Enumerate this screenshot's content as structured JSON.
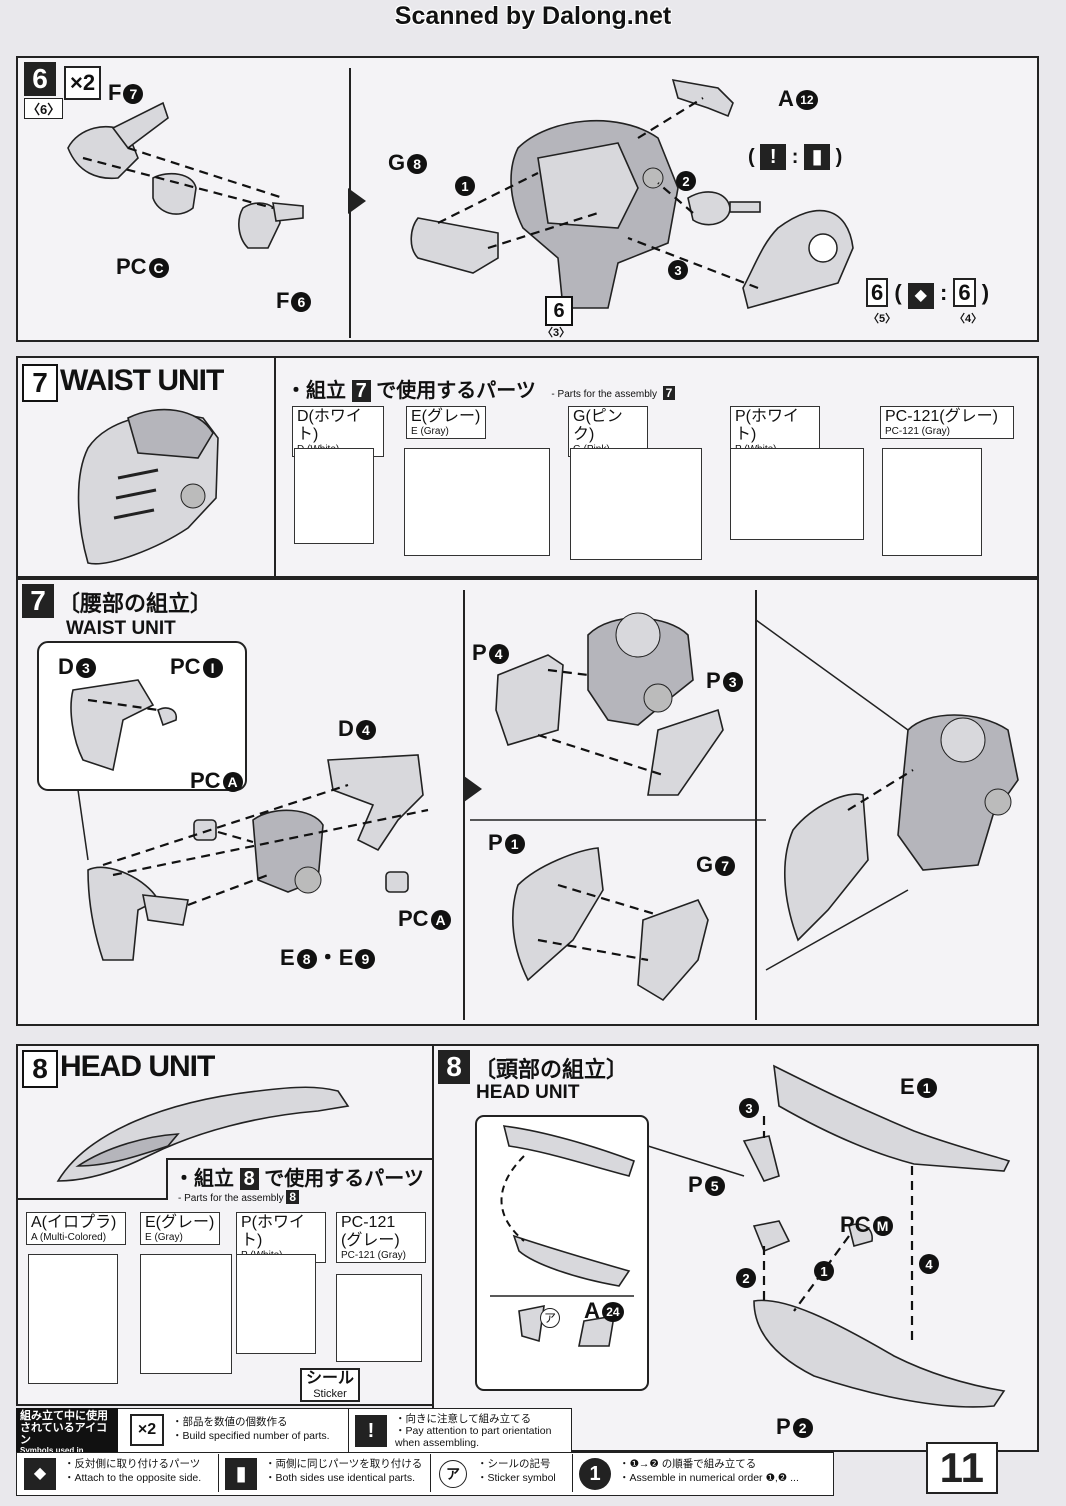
{
  "watermark": "Scanned by Dalong.net",
  "page_number": "11",
  "step6": {
    "num": "6",
    "sub": "〈6〉",
    "x2": "×2",
    "labels": {
      "f7": "F",
      "f7n": "7",
      "pcc": "PC",
      "pccn": "C",
      "f6": "F",
      "f6n": "6",
      "g8": "G",
      "g8n": "8",
      "a12": "A",
      "a12n": "12",
      "bottom_num": "6",
      "bottom_sub": "〈3〉",
      "right_num_a": "6",
      "right_sub_a": "〈5〉",
      "right_num_b": "6",
      "right_sub_b": "〈4〉",
      "paren_open": "(",
      "paren_close": ")",
      "colon": ":"
    },
    "seq": [
      "1",
      "2",
      "3"
    ]
  },
  "step7_parts": {
    "num": "7",
    "title": "WAIST UNIT",
    "heading_prefix": "・組立",
    "heading_num": "7",
    "heading_suffix": "で使用するパーツ",
    "heading_en": "- Parts for the assembly",
    "heading_en_num": "7",
    "runners": [
      {
        "jp": "D(ホワイト)",
        "en": "D (White)"
      },
      {
        "jp": "E(グレー)",
        "en": "E (Gray)"
      },
      {
        "jp": "G(ピンク)",
        "en": "G (Pink)"
      },
      {
        "jp": "P(ホワイト)",
        "en": "P (White)"
      },
      {
        "jp": "PC-121(グレー)",
        "en": "PC-121 (Gray)"
      }
    ]
  },
  "step7_assembly": {
    "num": "7",
    "jp": "〔腰部の組立〕",
    "en": "WAIST UNIT",
    "labels": {
      "d3": "D",
      "d3n": "3",
      "pc1": "PC",
      "pc1n": "I",
      "d4": "D",
      "d4n": "4",
      "pca1": "PC",
      "pca1n": "A",
      "pca2": "PC",
      "pca2n": "A",
      "e89": "E",
      "e89a": "8",
      "e89sep": "・E",
      "e89b": "9",
      "p4": "P",
      "p4n": "4",
      "p3": "P",
      "p3n": "3",
      "p1": "P",
      "p1n": "1",
      "g7": "G",
      "g7n": "7"
    }
  },
  "step8_parts": {
    "num": "8",
    "title": "HEAD UNIT",
    "heading_prefix": "・組立",
    "heading_num": "8",
    "heading_suffix": "で使用するパーツ",
    "heading_en": "- Parts for the assembly",
    "heading_en_num": "8",
    "runners": [
      {
        "jp": "A(イロプラ)",
        "en": "A (Multi-Colored)"
      },
      {
        "jp": "E(グレー)",
        "en": "E (Gray)"
      },
      {
        "jp": "P(ホワイト)",
        "en": "P (White)"
      },
      {
        "jp": "PC-121 (グレー)",
        "en": "PC-121 (Gray)"
      }
    ],
    "sticker_jp": "シール",
    "sticker_en": "Sticker"
  },
  "step8_assembly": {
    "num": "8",
    "jp": "〔頭部の組立〕",
    "en": "HEAD UNIT",
    "labels": {
      "e1": "E",
      "e1n": "1",
      "p5": "P",
      "p5n": "5",
      "pcm": "PC",
      "pcmn": "M",
      "p2": "P",
      "p2n": "2",
      "a24": "A",
      "a24n": "24",
      "a_mark": "ア"
    },
    "seq": [
      "1",
      "2",
      "3",
      "4"
    ]
  },
  "legend": {
    "title_jp": "組み立て中に使用されているアイコン",
    "title_en": "Symbols used in instructions",
    "items": [
      {
        "icon": "×2",
        "jp": "・部品を数値の個数作る",
        "en": "・Build specified number of parts."
      },
      {
        "icon": "!",
        "jp": "・向きに注意して組み立てる",
        "en": "・Pay attention to part orientation when assembling."
      },
      {
        "icon": "◆",
        "jp": "・反対側に取り付けるパーツ",
        "en": "・Attach to the opposite side."
      },
      {
        "icon": "▮",
        "jp": "・両側に同じパーツを取り付ける",
        "en": "・Both sides use identical parts."
      },
      {
        "icon": "ア",
        "jp": "・シールの記号",
        "en": "・Sticker symbol"
      },
      {
        "icon": "1",
        "jp": "・❶→❷ の順番で組み立てる",
        "en": "・Assemble in numerical order ❶,❷ ..."
      }
    ]
  }
}
